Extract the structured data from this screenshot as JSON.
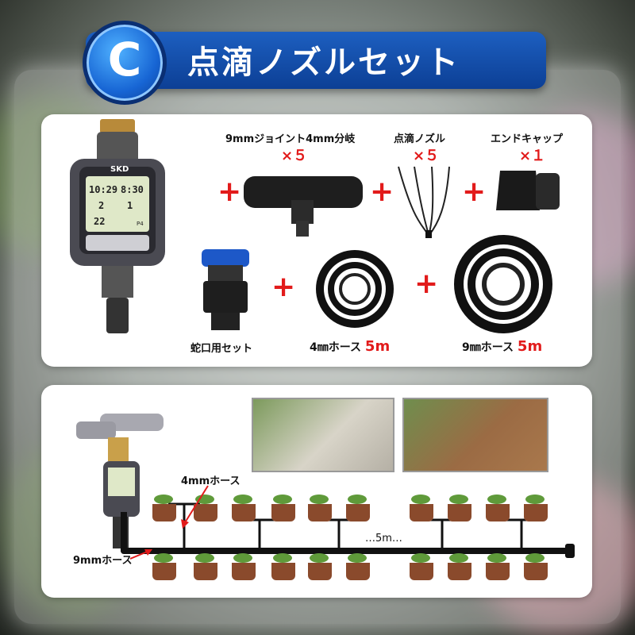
{
  "banner": {
    "badge_letter": "C",
    "title": "点滴ノズルセット"
  },
  "items": {
    "joint": {
      "label": "9mmジョイント4mm分岐",
      "qty": "×５"
    },
    "nozzle": {
      "label": "点滴ノズル",
      "qty": "×５"
    },
    "endcap": {
      "label": "エンドキャップ",
      "qty": "×１"
    },
    "faucet": {
      "label": "蛇口用セット"
    },
    "hose4": {
      "label": "4㎜ホース",
      "len": "5m"
    },
    "hose9": {
      "label": "9㎜ホース",
      "len": "5m"
    }
  },
  "timer": {
    "brand": "SKD",
    "time1": "10:29",
    "time2": "8:30",
    "val1": "2",
    "val2": "1",
    "val3": "22",
    "model": "P4"
  },
  "diagram": {
    "hose4_label": "4mmホース",
    "hose9_label": "9mmホース",
    "length_label": "…5m…"
  },
  "colors": {
    "accent_red": "#e21b1b",
    "banner_blue": "#0c3f95"
  }
}
